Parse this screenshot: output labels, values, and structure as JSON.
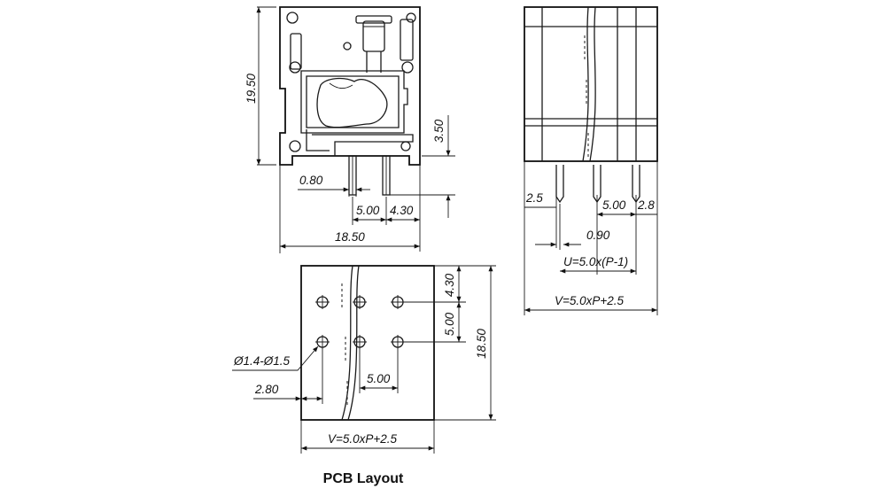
{
  "side_view": {
    "height_total": "19.50",
    "pin_height": "3.50",
    "pin_width": "0.80",
    "pitch": "5.00",
    "pin_offset": "4.30",
    "body_depth": "18.50"
  },
  "front_view": {
    "edge_offset": "2.5",
    "pitch": "5.00",
    "right_offset": "2.8",
    "pin_width": "0.90",
    "pin_span_formula": "U=5.0x(P-1)",
    "total_length_formula": "V=5.0xP+2.5"
  },
  "pcb_layout": {
    "row_offset": "4.30",
    "row_pitch": "5.00",
    "depth": "18.50",
    "hole_diameter": "Ø1.4-Ø1.5",
    "edge_offset": "2.80",
    "col_pitch": "5.00",
    "total_length_formula": "V=5.0xP+2.5",
    "caption": "PCB Layout"
  }
}
